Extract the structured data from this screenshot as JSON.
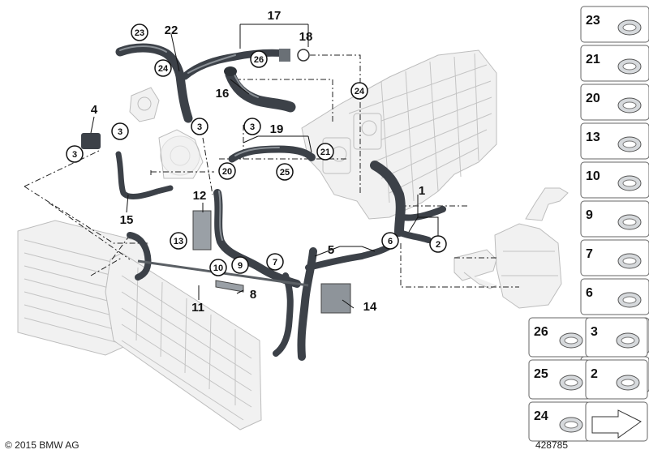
{
  "diagram": {
    "footer_left": "© 2015 BMW AG",
    "footer_right": "428785",
    "callouts": {
      "c1": "1",
      "c2": "2",
      "c3a": "3",
      "c3b": "3",
      "c3c": "3",
      "c3d": "3",
      "c4": "4",
      "c5": "5",
      "c6": "6",
      "c7": "7",
      "c8": "8",
      "c9": "9",
      "c10": "10",
      "c11": "11",
      "c12": "12",
      "c13": "13",
      "c14": "14",
      "c15": "15",
      "c16": "16",
      "c17": "17",
      "c18": "18",
      "c19": "19",
      "c20": "20",
      "c21": "21",
      "c22": "22",
      "c23": "23",
      "c24a": "24",
      "c24b": "24",
      "c25": "25",
      "c26": "26"
    },
    "parts_panel": [
      "23",
      "21",
      "20",
      "13",
      "10",
      "9",
      "7",
      "6",
      "3",
      "2"
    ],
    "parts_bottom": [
      [
        "26",
        "3"
      ],
      [
        "25",
        "2"
      ],
      [
        "24",
        ""
      ]
    ]
  }
}
